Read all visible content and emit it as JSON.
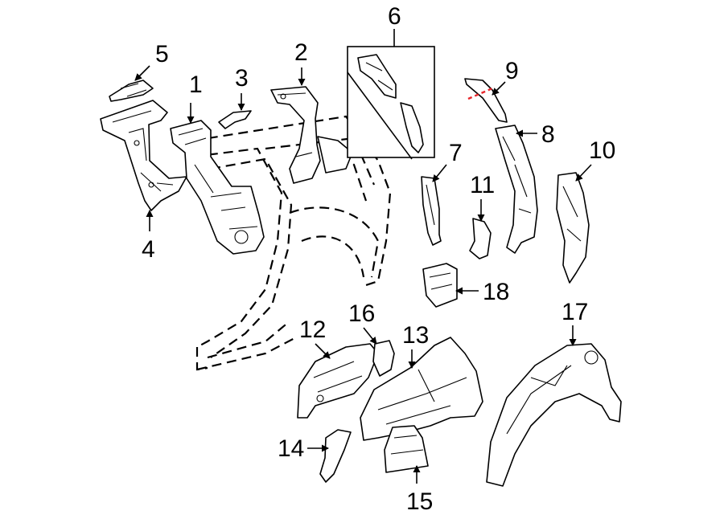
{
  "diagram": {
    "callouts": [
      {
        "id": "1",
        "label": "1"
      },
      {
        "id": "2",
        "label": "2"
      },
      {
        "id": "3",
        "label": "3"
      },
      {
        "id": "4",
        "label": "4"
      },
      {
        "id": "5",
        "label": "5"
      },
      {
        "id": "6",
        "label": "6"
      },
      {
        "id": "7",
        "label": "7"
      },
      {
        "id": "8",
        "label": "8"
      },
      {
        "id": "9",
        "label": "9"
      },
      {
        "id": "10",
        "label": "10"
      },
      {
        "id": "11",
        "label": "11"
      },
      {
        "id": "12",
        "label": "12"
      },
      {
        "id": "13",
        "label": "13"
      },
      {
        "id": "14",
        "label": "14"
      },
      {
        "id": "15",
        "label": "15"
      },
      {
        "id": "16",
        "label": "16"
      },
      {
        "id": "17",
        "label": "17"
      },
      {
        "id": "18",
        "label": "18"
      }
    ],
    "colors": {
      "line": "#000000",
      "cut_line": "#e8262b",
      "background": "#ffffff"
    }
  }
}
